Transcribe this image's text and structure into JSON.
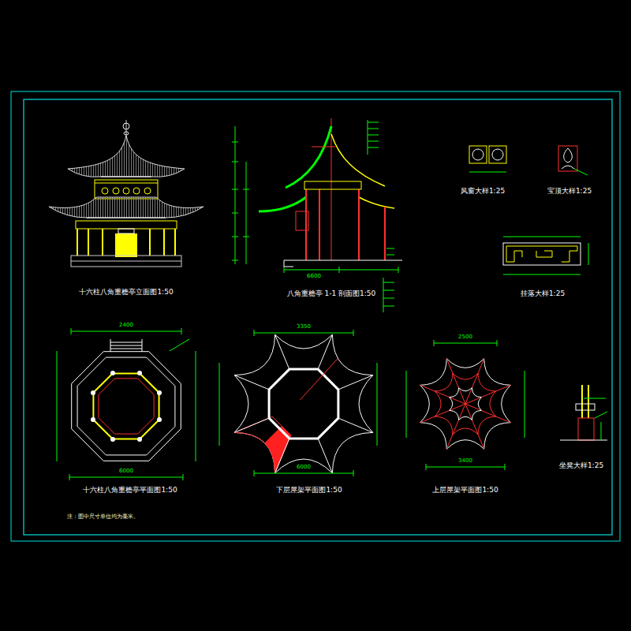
{
  "diagram": {
    "labels": [
      "十六柱八角重檐亭立面图1:50",
      "八角重檐亭 1-1 剖面图1:50",
      "风窗大样1:25",
      "宝顶大样1:25",
      "挂落大样1:25",
      "十六柱八角重檐亭平面图1:50",
      "下层屋架平面图1:50",
      "上层屋架平面图1:50",
      "坐凳大样1:25",
      "注：图中尺寸单位均为毫米。",
      "6000",
      "6000",
      "3400",
      "2400",
      "3350",
      "2500",
      "6600"
    ]
  }
}
